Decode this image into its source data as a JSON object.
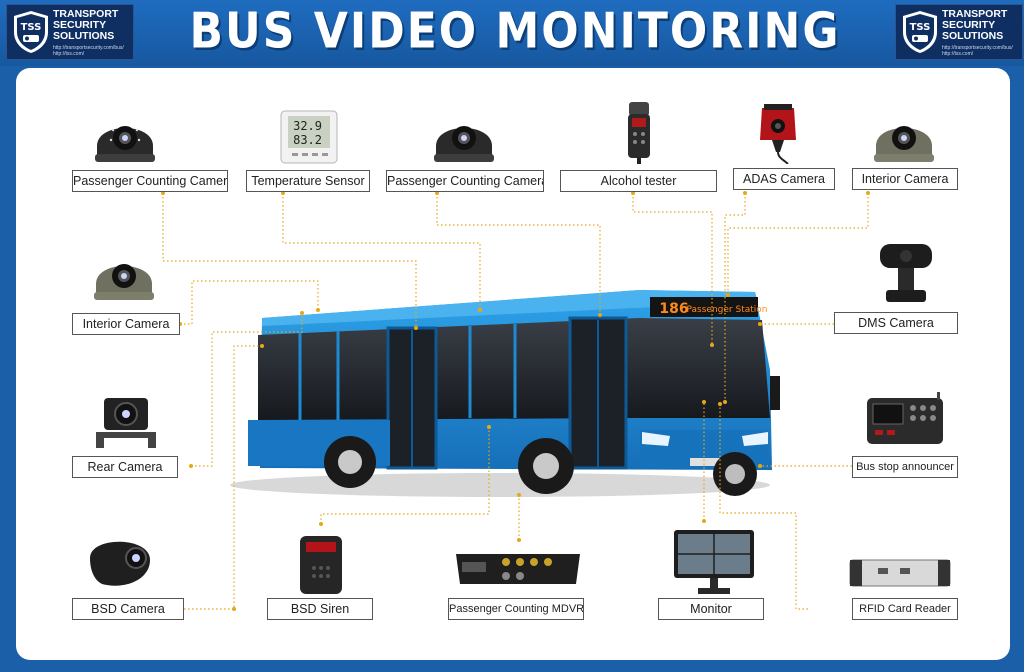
{
  "header": {
    "title": "BUS VIDEO MONITORING SOLUTION",
    "logo_left": {
      "line1": "TRANSPORT",
      "line2": "SECURITY",
      "line3": "SOLUTIONS",
      "abbr": "TSS",
      "sub1": "http://transportsecurity.com/bus/",
      "sub2": "http://tss.com/"
    },
    "logo_right": {
      "line1": "TRANSPORT",
      "line2": "SECURITY",
      "line3": "SOLUTIONS",
      "abbr": "TSS",
      "sub1": "http://transportsecurity.com/bus/",
      "sub2": "http://tss.com/"
    }
  },
  "bus": {
    "route_number": "186",
    "destination": "Passenger Station"
  },
  "devices": {
    "passenger_counting_camera_1": "Passenger Counting Camera",
    "temperature_sensor": "Temperature Sensor",
    "passenger_counting_camera_2": "Passenger Counting Camera",
    "alcohol_tester": "Alcohol tester",
    "adas_camera": "ADAS Camera",
    "interior_camera_top": "Interior Camera",
    "interior_camera_left": "Interior Camera",
    "dms_camera": "DMS Camera",
    "rear_camera": "Rear Camera",
    "bus_stop_announcer": "Bus stop announcer",
    "bsd_camera": "BSD Camera",
    "bsd_siren": "BSD Siren",
    "passenger_counting_mdvr": "Passenger Counting MDVR",
    "monitor": "Monitor",
    "rfid_card_reader": "RFID Card Reader"
  },
  "sensor_display": {
    "temp": "32.9",
    "humidity": "83.2"
  },
  "colors": {
    "frame": "#1a5fa8",
    "bus_body": "#1f8fd8",
    "wire": "#e6a817"
  }
}
